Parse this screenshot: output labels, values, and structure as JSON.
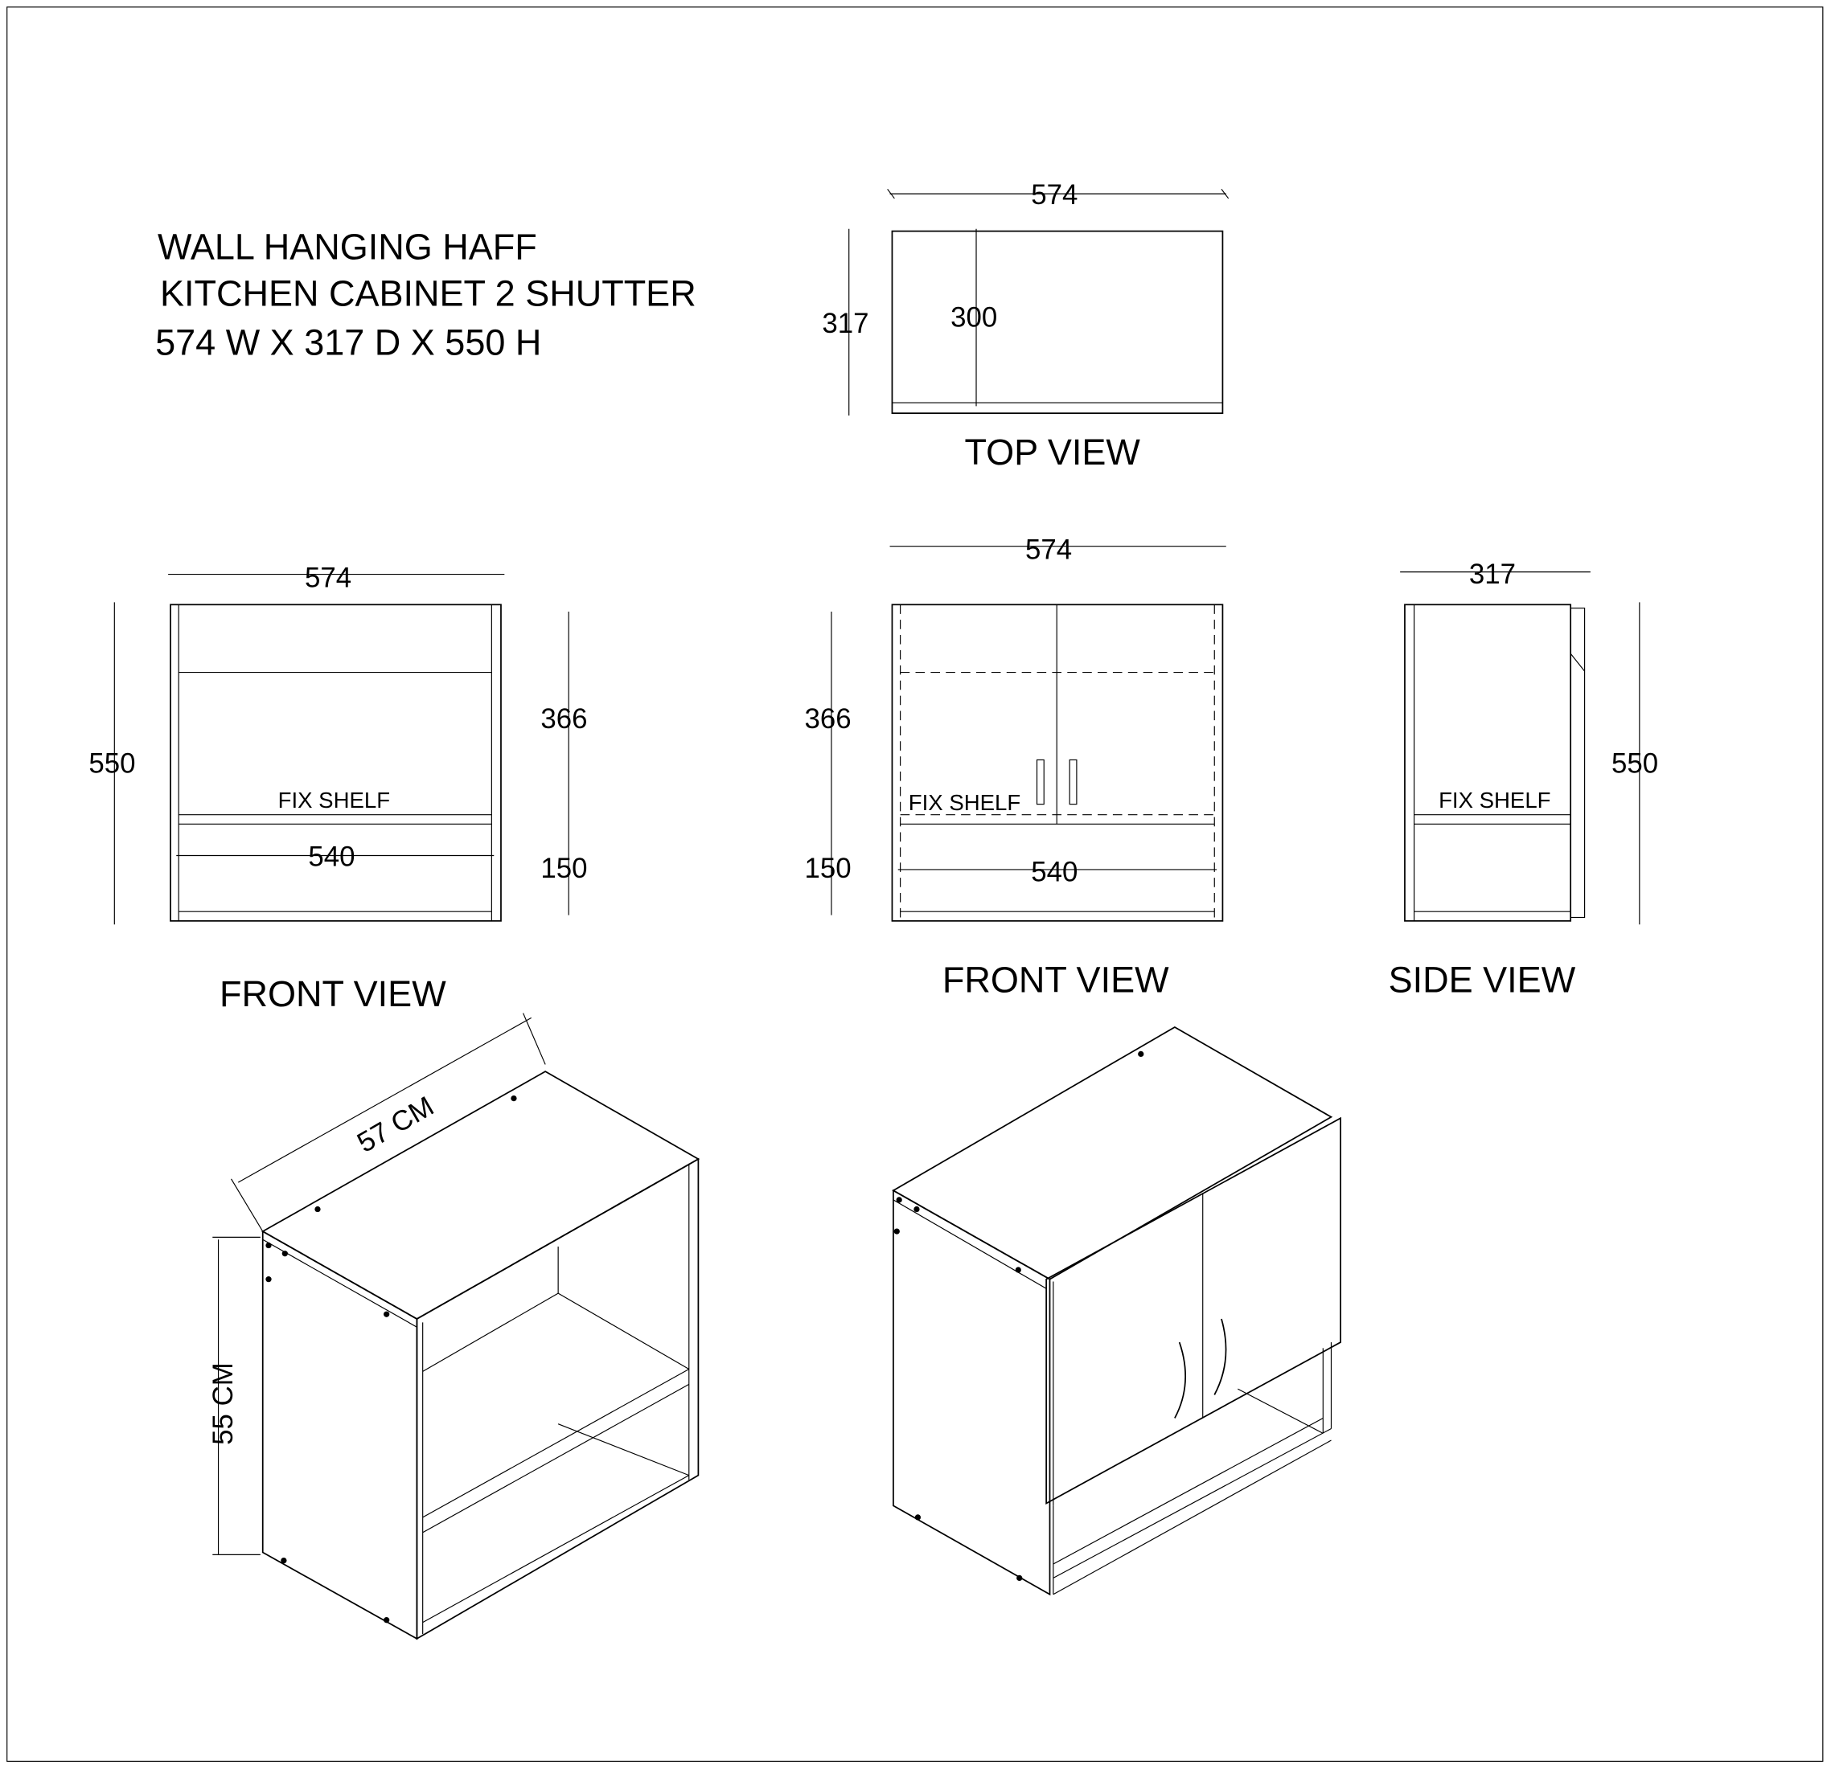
{
  "title": {
    "line1": "WALL HANGING HAFF",
    "line2": "KITCHEN CABINET 2 SHUTTER",
    "line3": "574 W X 317 D X 550 H"
  },
  "top_view": {
    "label": "TOP VIEW",
    "width": "574",
    "depth": "317",
    "inner_depth": "300"
  },
  "front_view_open": {
    "label": "FRONT VIEW",
    "width": "574",
    "height": "550",
    "upper": "366",
    "lower": "150",
    "inner_width": "540",
    "shelf_label": "FIX SHELF"
  },
  "front_view_shutter": {
    "label": "FRONT VIEW",
    "width": "574",
    "upper": "366",
    "lower": "150",
    "inner_width": "540",
    "shelf_label": "FIX SHELF"
  },
  "side_view": {
    "label": "SIDE VIEW",
    "depth": "317",
    "height": "550",
    "shelf_label": "FIX SHELF"
  },
  "iso_open": {
    "width_label": "57 CM",
    "height_label": "55 CM"
  }
}
